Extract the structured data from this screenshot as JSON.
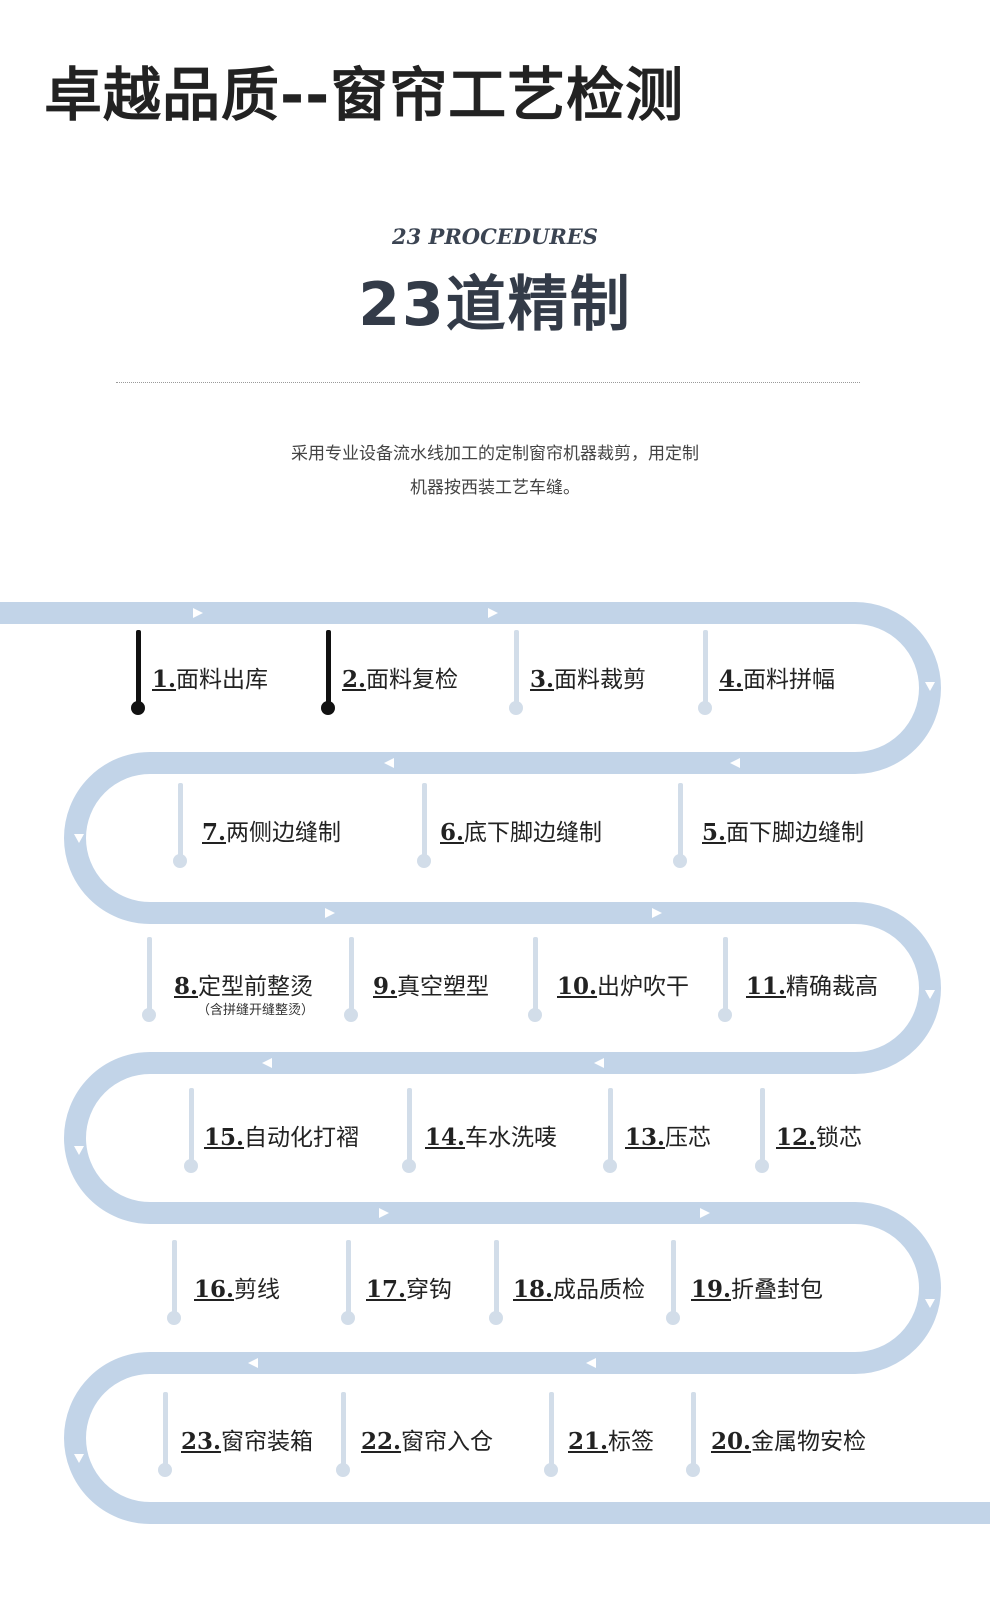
{
  "header": {
    "title": "卓越品质--窗帘工艺检测",
    "subtitle": "23 PROCEDURES",
    "heading": "23道精制",
    "description_lines": [
      "采用专业设备流水线加工的定制窗帘机器裁剪，用定制",
      "机器按西装工艺车缝。"
    ]
  },
  "colors": {
    "track": "#c2d4e8",
    "accent_dark": "#111111",
    "connector": "#d2dde9"
  },
  "steps": [
    {
      "num": "1.",
      "text": "面料出库"
    },
    {
      "num": "2.",
      "text": "面料复检"
    },
    {
      "num": "3.",
      "text": "面料裁剪"
    },
    {
      "num": "4.",
      "text": "面料拼幅"
    },
    {
      "num": "5.",
      "text": "面下脚边缝制"
    },
    {
      "num": "6.",
      "text": "底下脚边缝制"
    },
    {
      "num": "7.",
      "text": "两侧边缝制"
    },
    {
      "num": "8.",
      "text": "定型前整烫",
      "note": "（含拼缝开缝整烫）"
    },
    {
      "num": "9.",
      "text": "真空塑型"
    },
    {
      "num": "10.",
      "text": "出炉吹干"
    },
    {
      "num": "11.",
      "text": "精确裁高"
    },
    {
      "num": "12.",
      "text": "锁芯"
    },
    {
      "num": "13.",
      "text": "压芯"
    },
    {
      "num": "14.",
      "text": "车水洗唛"
    },
    {
      "num": "15.",
      "text": "自动化打褶"
    },
    {
      "num": "16.",
      "text": "剪线"
    },
    {
      "num": "17.",
      "text": "穿钩"
    },
    {
      "num": "18.",
      "text": "成品质检"
    },
    {
      "num": "19.",
      "text": "折叠封包"
    },
    {
      "num": "20.",
      "text": "金属物安检"
    },
    {
      "num": "21.",
      "text": "标签"
    },
    {
      "num": "22.",
      "text": "窗帘入仓"
    },
    {
      "num": "23.",
      "text": "窗帘装箱"
    }
  ]
}
